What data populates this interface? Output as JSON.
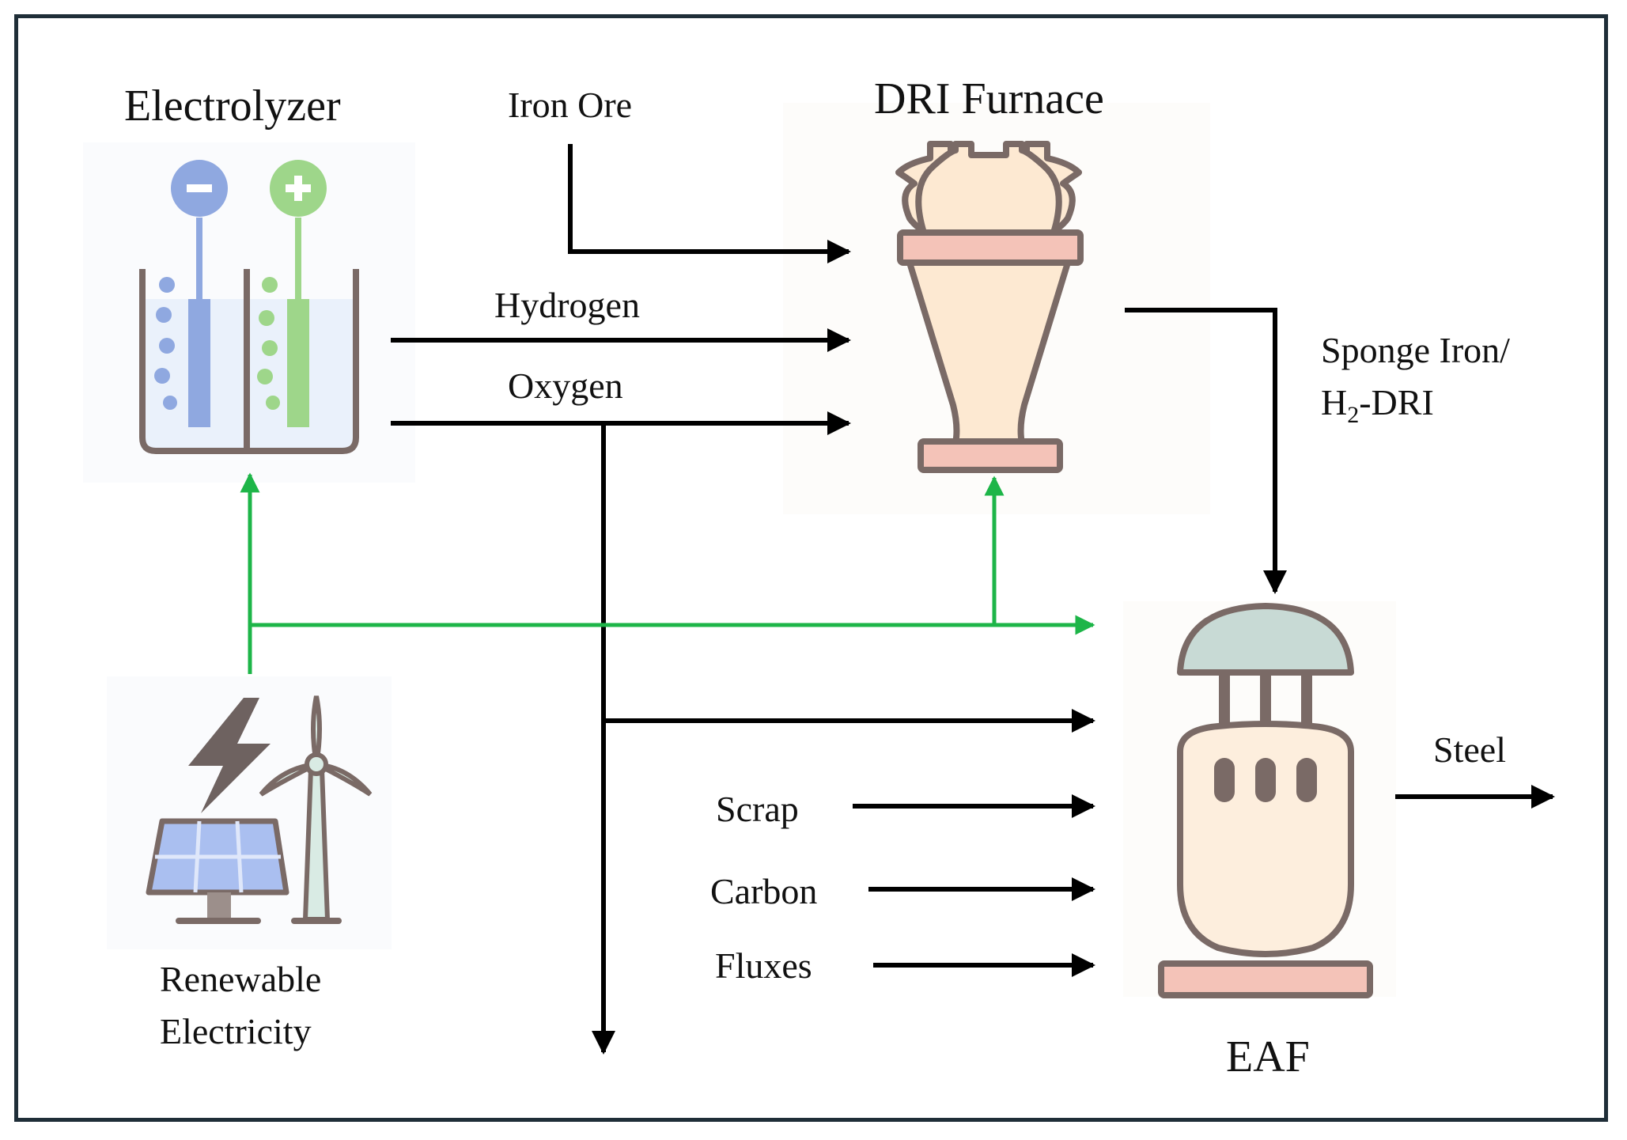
{
  "nodes": {
    "electrolyzer": "Electrolyzer",
    "dri_furnace": "DRI Furnace",
    "eaf": "EAF",
    "renewable_line1": "Renewable",
    "renewable_line2": "Electricity"
  },
  "flows": {
    "iron_ore": "Iron Ore",
    "hydrogen": "Hydrogen",
    "oxygen": "Oxygen",
    "sponge_iron_line1": "Sponge Iron/",
    "sponge_iron_h": "H",
    "sponge_iron_sub": "2",
    "sponge_iron_rest": "-DRI",
    "scrap": "Scrap",
    "carbon": "Carbon",
    "fluxes": "Fluxes",
    "steel": "Steel"
  },
  "icons": {
    "electrolyzer": "electrolyzer-icon",
    "dri_furnace": "dri-furnace-icon",
    "eaf": "eaf-icon",
    "renewables": "solar-wind-icon"
  },
  "colors": {
    "border": "#1f2e38",
    "black_arrow": "#000000",
    "green_arrow": "#1db548",
    "outline": "#7a6a66",
    "cathode": "#8fa8e0",
    "anode": "#9ed68a",
    "furnace_body": "#fde9d2",
    "furnace_band": "#f4c3b8",
    "eaf_dome": "#c8dad5",
    "solar_panel": "#aabff0"
  }
}
